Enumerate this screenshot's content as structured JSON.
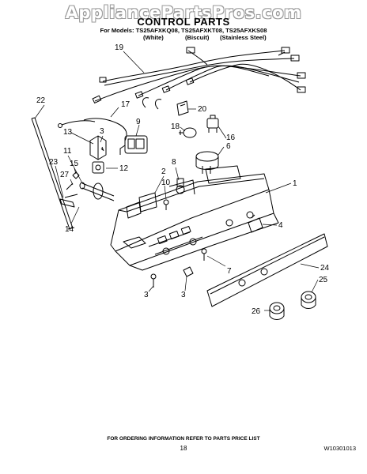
{
  "watermark": "AppliancePartsPros.com",
  "header": {
    "title": "CONTROL PARTS",
    "models_line": "For Models: TS25AFXKQ08, TS25AFXKT08, TS25AFXKS08",
    "finishes": [
      "(White)",
      "(Biscuit)",
      "(Stainless Steel)"
    ]
  },
  "callouts": [
    "19",
    "17",
    "20",
    "22",
    "13",
    "3",
    "9",
    "18",
    "16",
    "6",
    "11",
    "15",
    "12",
    "8",
    "23",
    "27",
    "2",
    "10",
    "1",
    "14",
    "4",
    "24",
    "7",
    "25",
    "3",
    "3",
    "26"
  ],
  "footer": {
    "ordering_note": "FOR ORDERING INFORMATION REFER TO PARTS PRICE LIST",
    "page_number": "18",
    "doc_number": "W10301013"
  }
}
